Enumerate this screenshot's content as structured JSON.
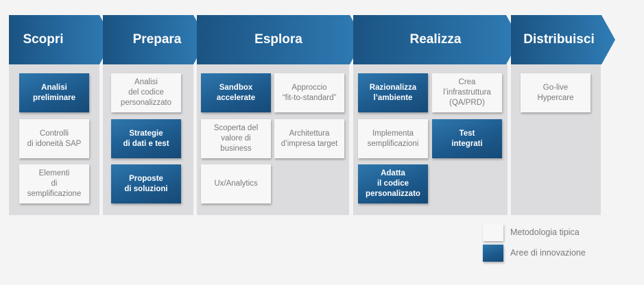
{
  "colors": {
    "innovation": "#1d5a8d",
    "typical": "#f7f7f7",
    "column_bg": "#dcdcde",
    "arrow_start": "#1b5382",
    "arrow_end": "#2f7cb5"
  },
  "phases": [
    {
      "label": "Scopri",
      "cards": [
        {
          "text": "Analisi\npreliminare",
          "kind": "innovation"
        },
        {
          "text": "Controlli\ndi idoneità SAP",
          "kind": "typical"
        },
        {
          "text": "Elementi\ndi semplificazione",
          "kind": "typical"
        }
      ]
    },
    {
      "label": "Prepara",
      "cards": [
        {
          "text": "Analisi\ndel codice\npersonalizzato",
          "kind": "typical"
        },
        {
          "text": "Strategie\ndi dati e test",
          "kind": "innovation"
        },
        {
          "text": "Proposte\ndi soluzioni",
          "kind": "innovation"
        }
      ]
    },
    {
      "label": "Esplora",
      "cards": [
        {
          "text": "Sandbox\naccelerate",
          "kind": "innovation"
        },
        {
          "text": "Approccio\n“fit-to-standard”",
          "kind": "typical"
        },
        {
          "text": "Scoperta del\nvalore di business",
          "kind": "typical"
        },
        {
          "text": "Architettura\nd’impresa target",
          "kind": "typical"
        },
        {
          "text": "Ux/Analytics",
          "kind": "typical"
        }
      ]
    },
    {
      "label": "Realizza",
      "cards": [
        {
          "text": "Razionalizza\nl’ambiente",
          "kind": "innovation"
        },
        {
          "text": "Crea\nl’infrastruttura\n(QA/PRD)",
          "kind": "typical"
        },
        {
          "text": "Implementa\nsemplificazioni",
          "kind": "typical"
        },
        {
          "text": "Test\nintegrati",
          "kind": "innovation"
        },
        {
          "text": "Adatta\nil codice\npersonalizzato",
          "kind": "innovation"
        }
      ]
    },
    {
      "label": "Distribuisci",
      "cards": [
        {
          "text": "Go-live\nHypercare",
          "kind": "typical"
        }
      ]
    }
  ],
  "legend": [
    {
      "label": "Metodologia tipica",
      "kind": "typical"
    },
    {
      "label": "Aree di innovazione",
      "kind": "innovation"
    }
  ]
}
